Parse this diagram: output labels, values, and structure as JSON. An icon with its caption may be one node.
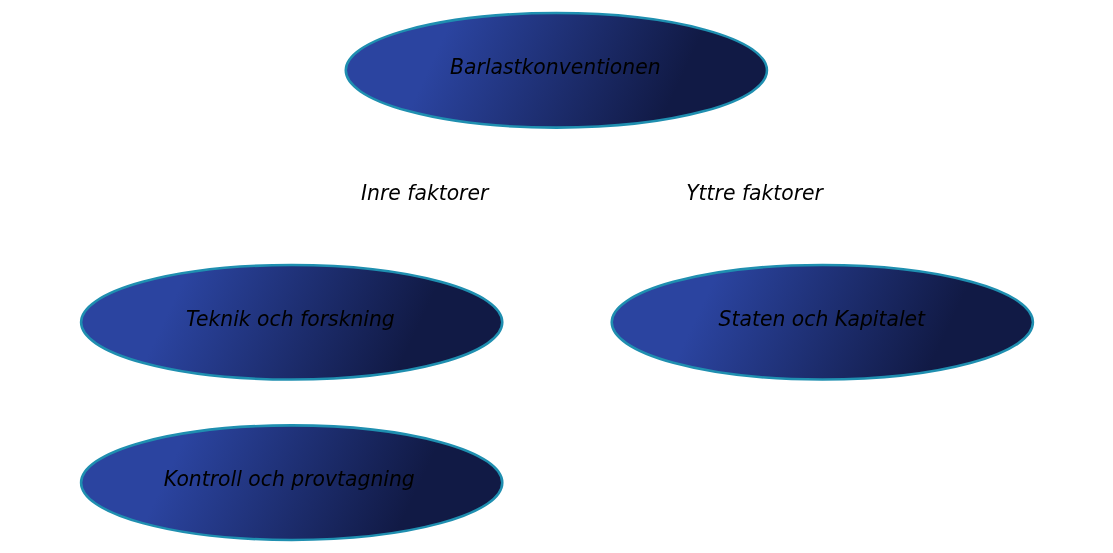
{
  "diagram": {
    "nodes": [
      {
        "text": [
          "Barlastkonventionen"
        ]
      },
      {
        "text": [
          "Teknik och forskning"
        ]
      },
      {
        "text": [
          "Staten och Kapitalet"
        ]
      },
      {
        "text": [
          "Kontroll och provtagning"
        ]
      }
    ],
    "labels": [
      "Inre faktorer",
      "Yttre faktorer"
    ]
  }
}
